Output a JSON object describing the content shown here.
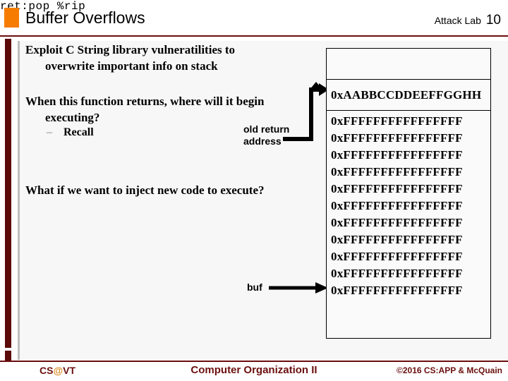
{
  "slide": {
    "title": "Buffer Overflows",
    "header_label": "Attack Lab",
    "slide_number": "10",
    "accent_orange": "#F57C00",
    "accent_maroon": "#5C0A0A",
    "footer_maroon": "#6B0F0F",
    "panel_bg": "#F7F7F7"
  },
  "body": {
    "bullet1_line1": "Exploit C String library vulneratilities to",
    "bullet1_line2": "overwrite important info on stack",
    "bullet2_line1": "When this function returns, where will it begin",
    "bullet2_line2": "executing?",
    "sub_dash": "–",
    "sub_bullet": "Recall",
    "code_line": "ret:pop %rip",
    "bullet3": "What if we want to inject new code to execute?"
  },
  "callouts": {
    "old_return_line1": "old return",
    "old_return_line2": "address",
    "buf": "buf"
  },
  "stack": {
    "empty_top": "",
    "return_address_value": "0xAABBCCDDEEFFGGHH",
    "fill_value": "0xFFFFFFFFFFFFFFFF",
    "fill_rows": [
      "0xFFFFFFFFFFFFFFFF",
      "0xFFFFFFFFFFFFFFFF",
      "0xFFFFFFFFFFFFFFFF",
      "0xFFFFFFFFFFFFFFFF",
      "0xFFFFFFFFFFFFFFFF",
      "0xFFFFFFFFFFFFFFFF",
      "0xFFFFFFFFFFFFFFFF",
      "0xFFFFFFFFFFFFFFFF",
      "0xFFFFFFFFFFFFFFFF",
      "0xFFFFFFFFFFFFFFFF",
      "0xFFFFFFFFFFFFFFFF"
    ]
  },
  "footer": {
    "logo_cs": "CS",
    "logo_at": "@",
    "logo_vt": "VT",
    "center": "Computer Organization II",
    "copyright": "©2016 CS:APP & McQuain"
  }
}
